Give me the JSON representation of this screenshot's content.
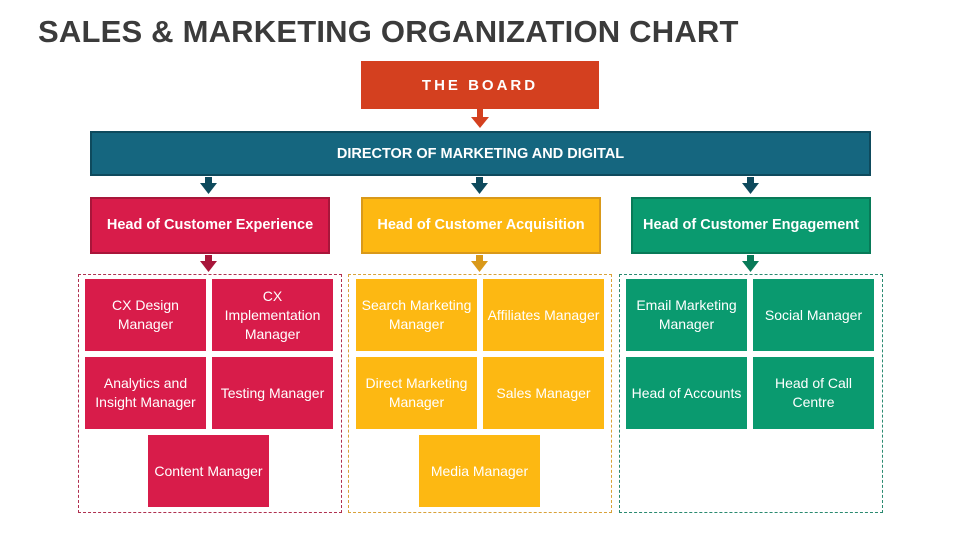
{
  "title": "SALES & MARKETING ORGANIZATION CHART",
  "board": "THE BOARD",
  "director": "DIRECTOR OF MARKETING AND DIGITAL",
  "colors": {
    "board": "#d4401f",
    "director": "#15667f",
    "red": "#d81c4a",
    "yellow": "#fdb812",
    "green": "#0a9a6f"
  },
  "departments": [
    {
      "head": "Head of Customer Experience",
      "roles": [
        "CX Design Manager",
        "CX Implementation Manager",
        "Analytics and Insight Manager",
        "Testing Manager",
        "Content Manager"
      ]
    },
    {
      "head": "Head of Customer Acquisition",
      "roles": [
        "Search Marketing Manager",
        "Affiliates Manager",
        "Direct Marketing Manager",
        "Sales Manager",
        "Media Manager"
      ]
    },
    {
      "head": "Head of Customer Engagement",
      "roles": [
        "Email Marketing Manager",
        "Social Manager",
        "Head of Accounts",
        "Head of Call Centre"
      ]
    }
  ]
}
